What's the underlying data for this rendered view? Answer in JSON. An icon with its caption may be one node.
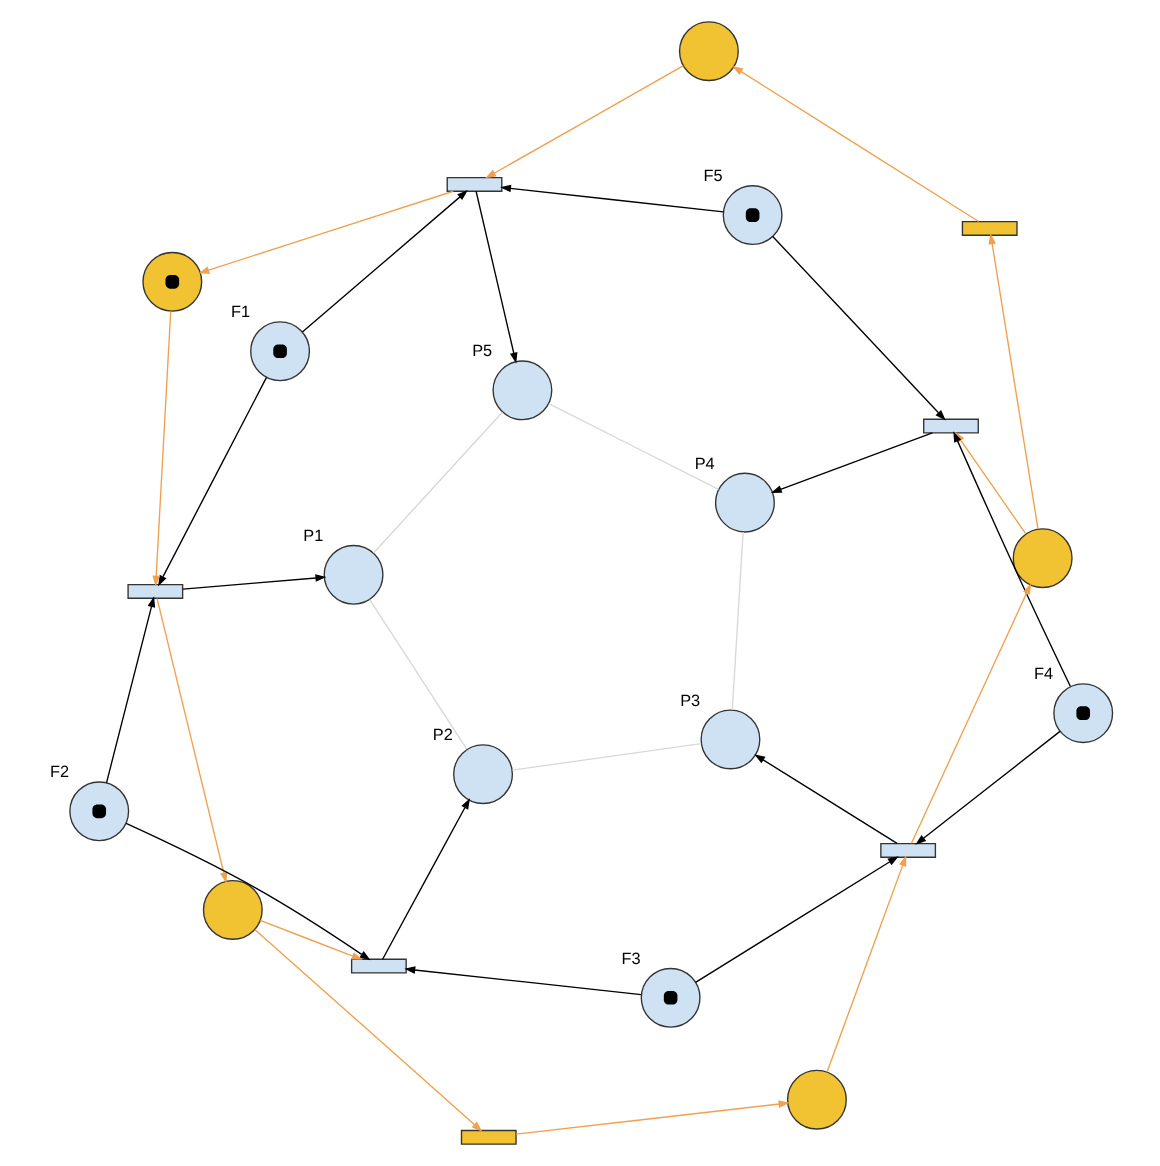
{
  "diagram": {
    "nodes": [
      {
        "text": [],
        "shape": "circle"
      },
      {
        "text": [],
        "shape": "bar"
      },
      {
        "text": [
          "F1"
        ]
      },
      {
        "text": [],
        "shape": "bar"
      },
      {
        "text": [
          "P5"
        ]
      },
      {
        "text": [
          "F5"
        ]
      },
      {
        "text": [],
        "shape": "circle"
      },
      {
        "text": [],
        "shape": "bar"
      },
      {
        "text": [
          "P1"
        ]
      },
      {
        "text": [],
        "shape": "circle"
      },
      {
        "text": [],
        "shape": "bar"
      },
      {
        "text": [
          "P4"
        ]
      },
      {
        "text": [
          "F2"
        ]
      },
      {
        "text": [
          "F4"
        ]
      },
      {
        "text": [
          "P2"
        ]
      },
      {
        "text": [
          "P3"
        ]
      },
      {
        "text": [],
        "shape": "bar"
      },
      {
        "text": [],
        "shape": "bar"
      },
      {
        "text": [
          "F3"
        ]
      },
      {
        "text": [],
        "shape": "circle"
      },
      {
        "text": [],
        "shape": "circle"
      },
      {
        "text": [],
        "shape": "bar"
      }
    ],
    "edges": [
      {
        "from": 2,
        "to": 3,
        "arrow": "to"
      },
      {
        "from": 5,
        "to": 3,
        "arrow": "to"
      },
      {
        "from": 3,
        "to": 4,
        "arrow": "to"
      },
      {
        "from": 2,
        "to": 7,
        "arrow": "to"
      },
      {
        "from": 12,
        "to": 7,
        "arrow": "to"
      },
      {
        "from": 7,
        "to": 8,
        "arrow": "to"
      },
      {
        "from": 12,
        "to": 16,
        "arrow": "to"
      },
      {
        "from": 18,
        "to": 16,
        "arrow": "to"
      },
      {
        "from": 16,
        "to": 14,
        "arrow": "to"
      },
      {
        "from": 18,
        "to": 17,
        "arrow": "to"
      },
      {
        "from": 13,
        "to": 17,
        "arrow": "to"
      },
      {
        "from": 17,
        "to": 15,
        "arrow": "to"
      },
      {
        "from": 13,
        "to": 10,
        "arrow": "to"
      },
      {
        "from": 5,
        "to": 10,
        "arrow": "to"
      },
      {
        "from": 10,
        "to": 11,
        "arrow": "to"
      },
      {
        "from": 0,
        "to": 3,
        "arrow": "to",
        "color": "#f0a050"
      },
      {
        "from": 3,
        "to": 6,
        "arrow": "to",
        "color": "#f0a050"
      },
      {
        "from": 6,
        "to": 7,
        "arrow": "to",
        "color": "#f0a050"
      },
      {
        "from": 7,
        "to": 19,
        "arrow": "to",
        "color": "#f0a050"
      },
      {
        "from": 19,
        "to": 16,
        "arrow": "to",
        "color": "#f0a050"
      },
      {
        "from": 19,
        "to": 21,
        "arrow": "to",
        "color": "#f0a050"
      },
      {
        "from": 21,
        "to": 20,
        "arrow": "to",
        "color": "#f0a050"
      },
      {
        "from": 20,
        "to": 17,
        "arrow": "to",
        "color": "#f0a050"
      },
      {
        "from": 17,
        "to": 9,
        "arrow": "to",
        "color": "#f0a050"
      },
      {
        "from": 9,
        "to": 10,
        "arrow": "to",
        "color": "#f0a050"
      },
      {
        "from": 9,
        "to": 1,
        "arrow": "to",
        "color": "#f0a050"
      },
      {
        "from": 1,
        "to": 0,
        "arrow": "to",
        "color": "#f0a050"
      },
      {
        "from": 4,
        "to": 8,
        "arrow": "none",
        "color": "#d8d8d8"
      },
      {
        "from": 8,
        "to": 14,
        "arrow": "none",
        "color": "#d8d8d8"
      },
      {
        "from": 14,
        "to": 15,
        "arrow": "none",
        "color": "#d8d8d8"
      },
      {
        "from": 15,
        "to": 11,
        "arrow": "none",
        "color": "#d8d8d8"
      },
      {
        "from": 11,
        "to": 4,
        "arrow": "none",
        "color": "#d8d8d8"
      }
    ]
  }
}
